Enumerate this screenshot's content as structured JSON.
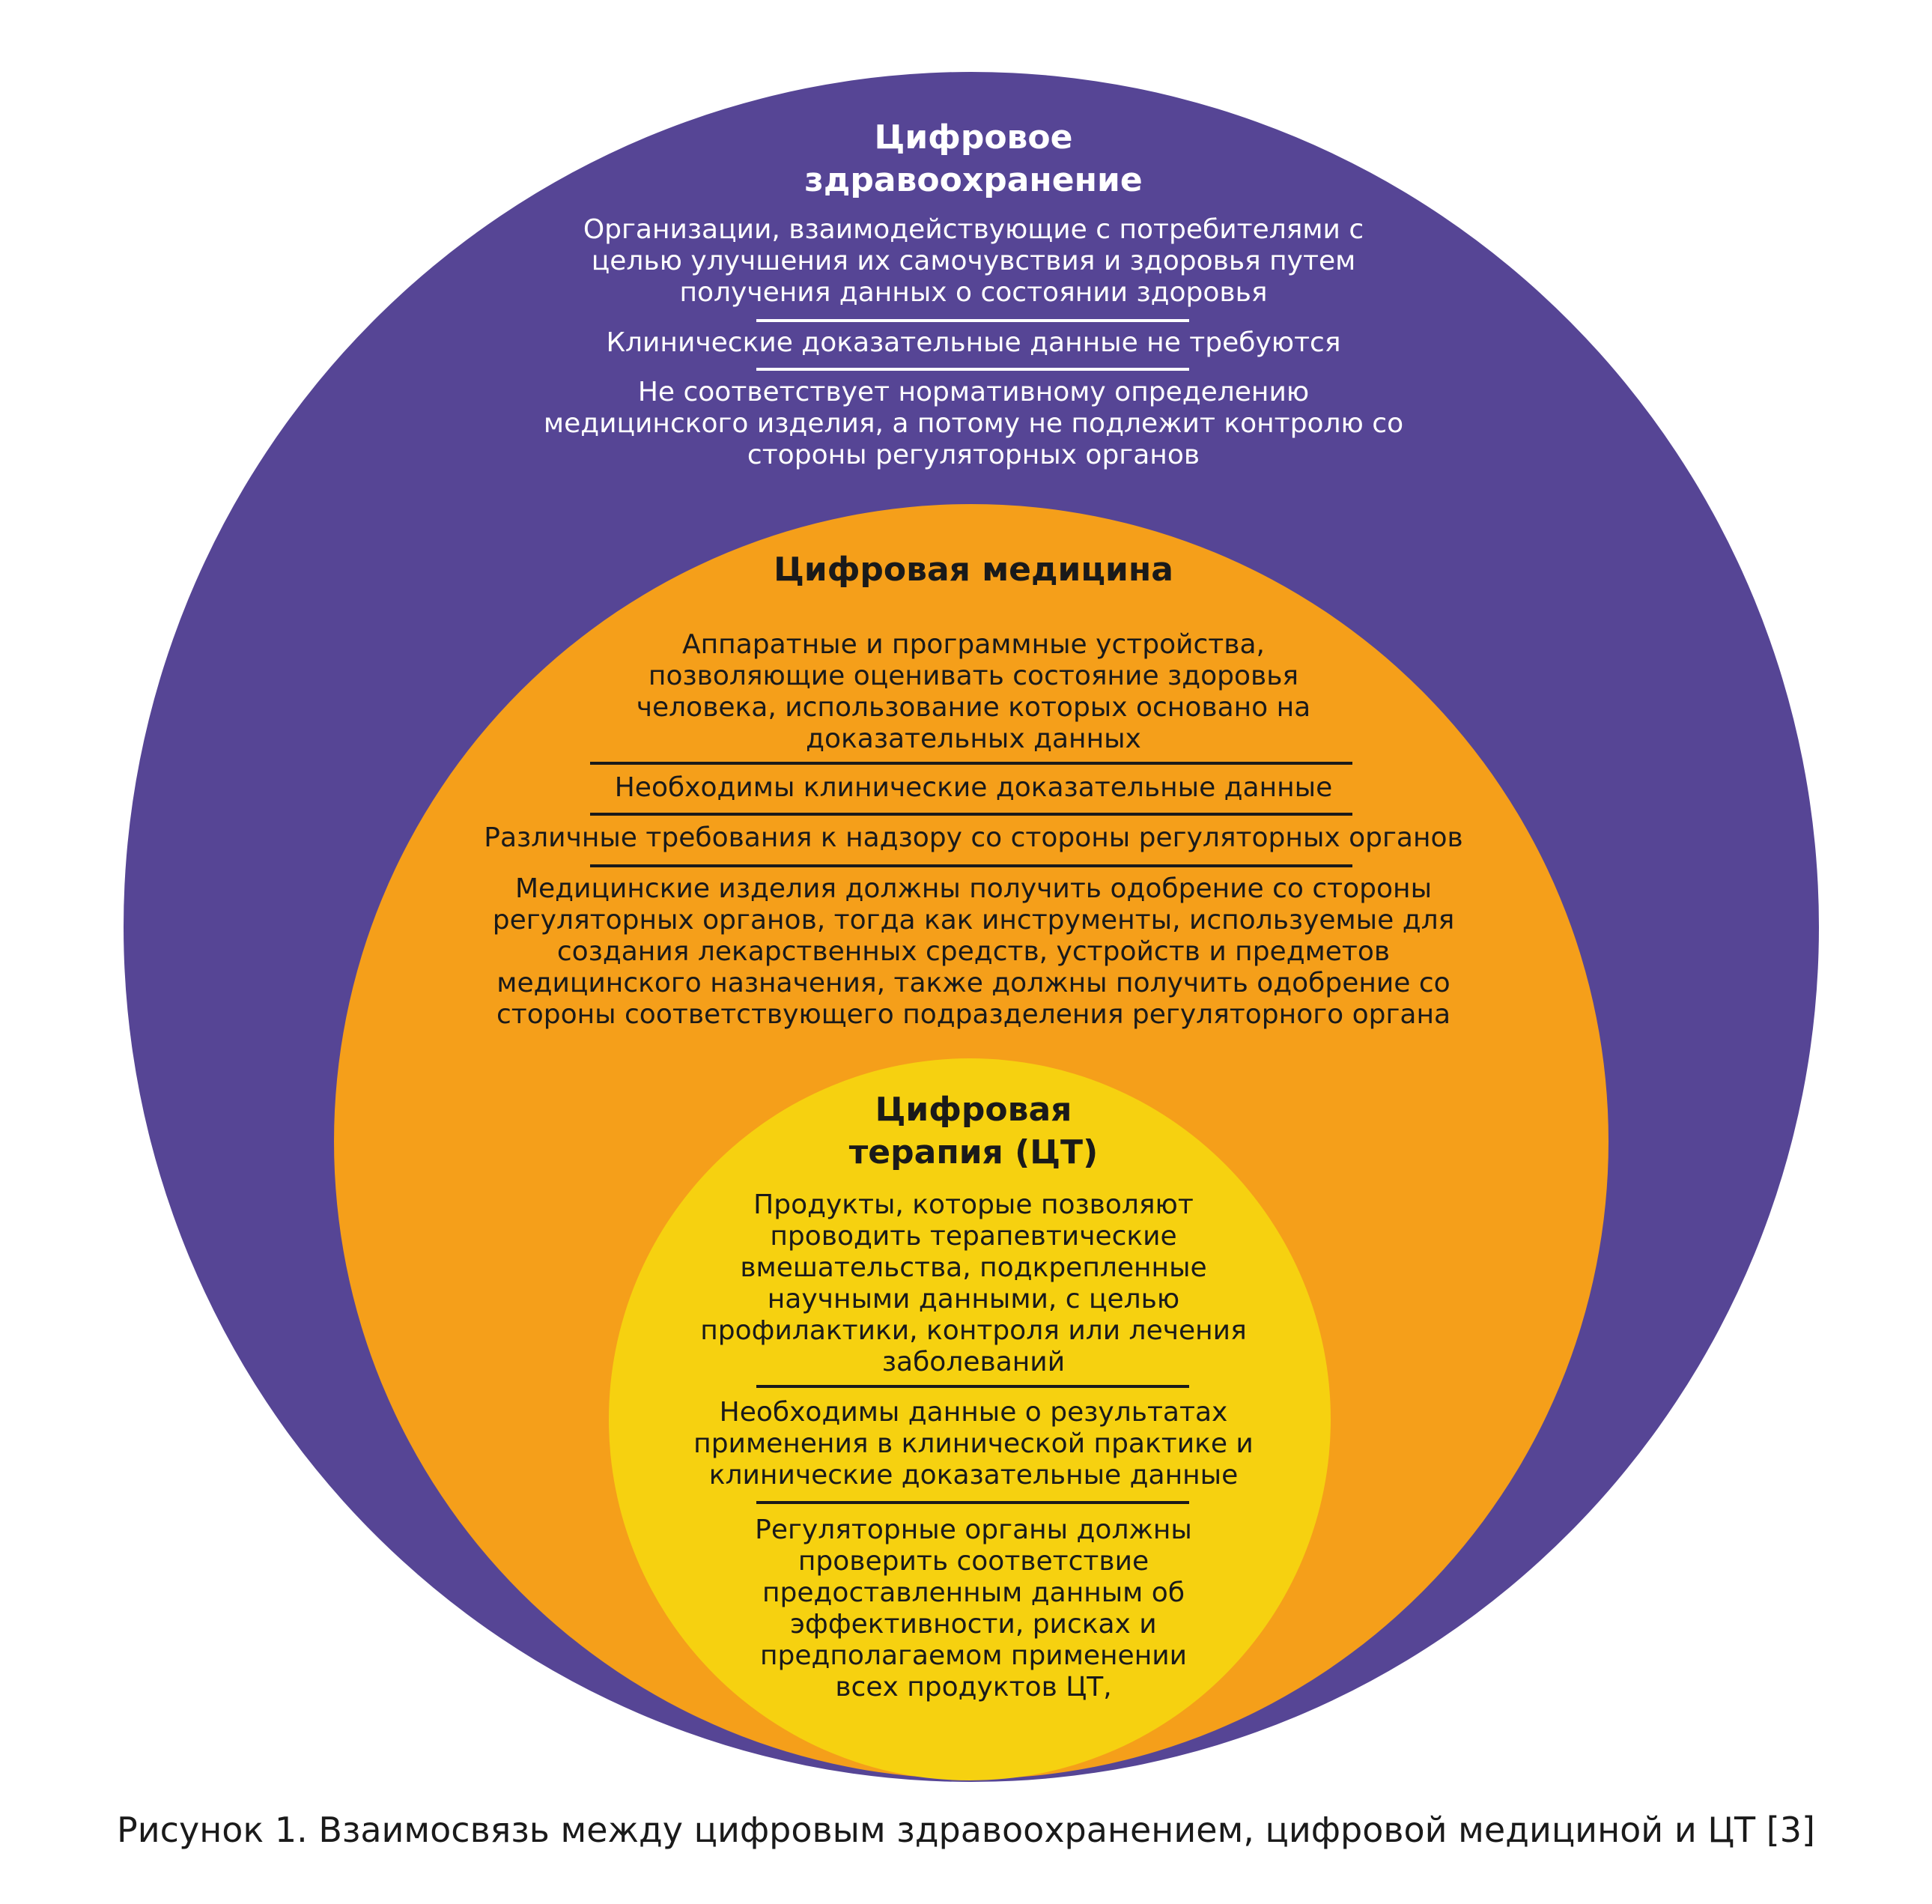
{
  "diagram": {
    "outer": {
      "color": "#564595",
      "title": "Цифровое\nздравоохранение",
      "texts": [
        "Организации, взаимодействующие с потребителями с\nцелью улучшения их самочувствия и здоровья путем\nполучения данных о состоянии здоровья",
        "Клинические доказательные данные не требуются",
        "Не соответствует нормативному определению\nмедицинского изделия, а потому не подлежит контролю со\nстороны регуляторных органов"
      ]
    },
    "middle": {
      "color": "#f59f1a",
      "title": "Цифровая медицина",
      "texts": [
        "Аппаратные и программные устройства,\nпозволяющие оценивать состояние здоровья\nчеловека, использование которых основано на\nдоказательных данных",
        "Необходимы клинические доказательные данные",
        "Различные требования к надзору со стороны регуляторных органов",
        "Медицинские изделия должны получить одобрение со стороны\nрегуляторных органов, тогда как инструменты, используемые для\nсоздания лекарственных средств, устройств и предметов\nмедицинского назначения, также должны получить одобрение со\nстороны соответствующего подразделения регуляторного органа"
      ]
    },
    "inner": {
      "color": "#f6d110",
      "title": "Цифровая\nтерапия (ЦТ)",
      "texts": [
        "Продукты, которые позволяют\nпроводить терапевтические\nвмешательства, подкрепленные\nнаучными данными, с целью\nпрофилактики, контроля или лечения\nзаболеваний",
        "Необходимы данные о результатах\nприменения в клинической практике и\nклинические доказательные данные",
        "Регуляторные органы должны\nпроверить соответствие\nпредоставленным данным об\nэффективности, рисках и\nпредполагаемом применении\nвсех продуктов ЦТ,"
      ]
    }
  },
  "caption": "Рисунок 1. Взаимосвязь между цифровым здравоохранением, цифровой медициной и ЦТ [3]"
}
